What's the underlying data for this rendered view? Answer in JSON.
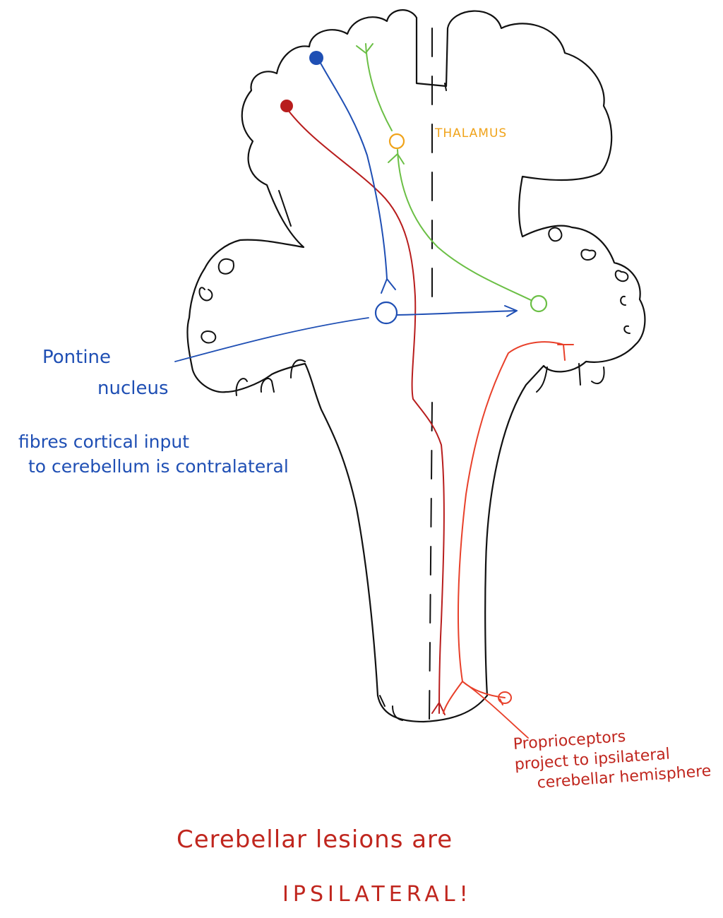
{
  "labels": {
    "thalamus": "THALAMUS",
    "pontine_line1": "Pontine",
    "pontine_line2": "nucleus",
    "fibres_line1": "fibres cortical input",
    "fibres_line2": "to cerebellum is contralateral",
    "proprio_line1": "Proprioceptors",
    "proprio_line2": "project to ipsilateral",
    "proprio_line3": "cerebellar hemisphere",
    "lesions_line1": "Cerebellar lesions are",
    "lesions_line2": "IPSILATERAL!"
  },
  "colors": {
    "outline": "#111111",
    "blue_pathway": "#1f4fb4",
    "red_corticospinal": "#b81d1d",
    "green_pathway": "#6bbf45",
    "orange_thalamus": "#f0a31a",
    "red_proprioceptive": "#e8402a"
  }
}
